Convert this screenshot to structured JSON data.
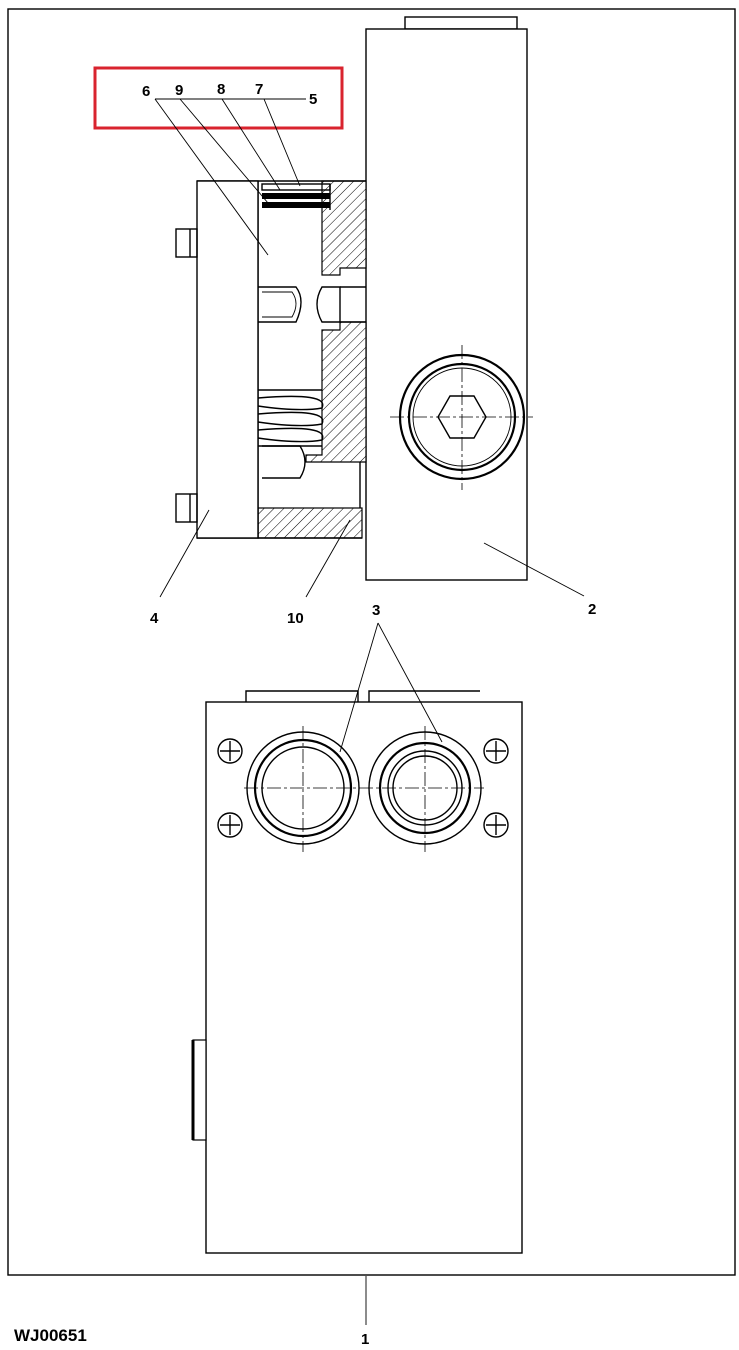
{
  "figure": {
    "reference_code": "WJ00651",
    "highlight_color": "#d9232e",
    "line_color": "#000000"
  },
  "callouts": {
    "c1": "1",
    "c2": "2",
    "c3": "3",
    "c4": "4",
    "c5": "5",
    "c6": "6",
    "c7": "7",
    "c8": "8",
    "c9": "9",
    "c10": "10"
  }
}
